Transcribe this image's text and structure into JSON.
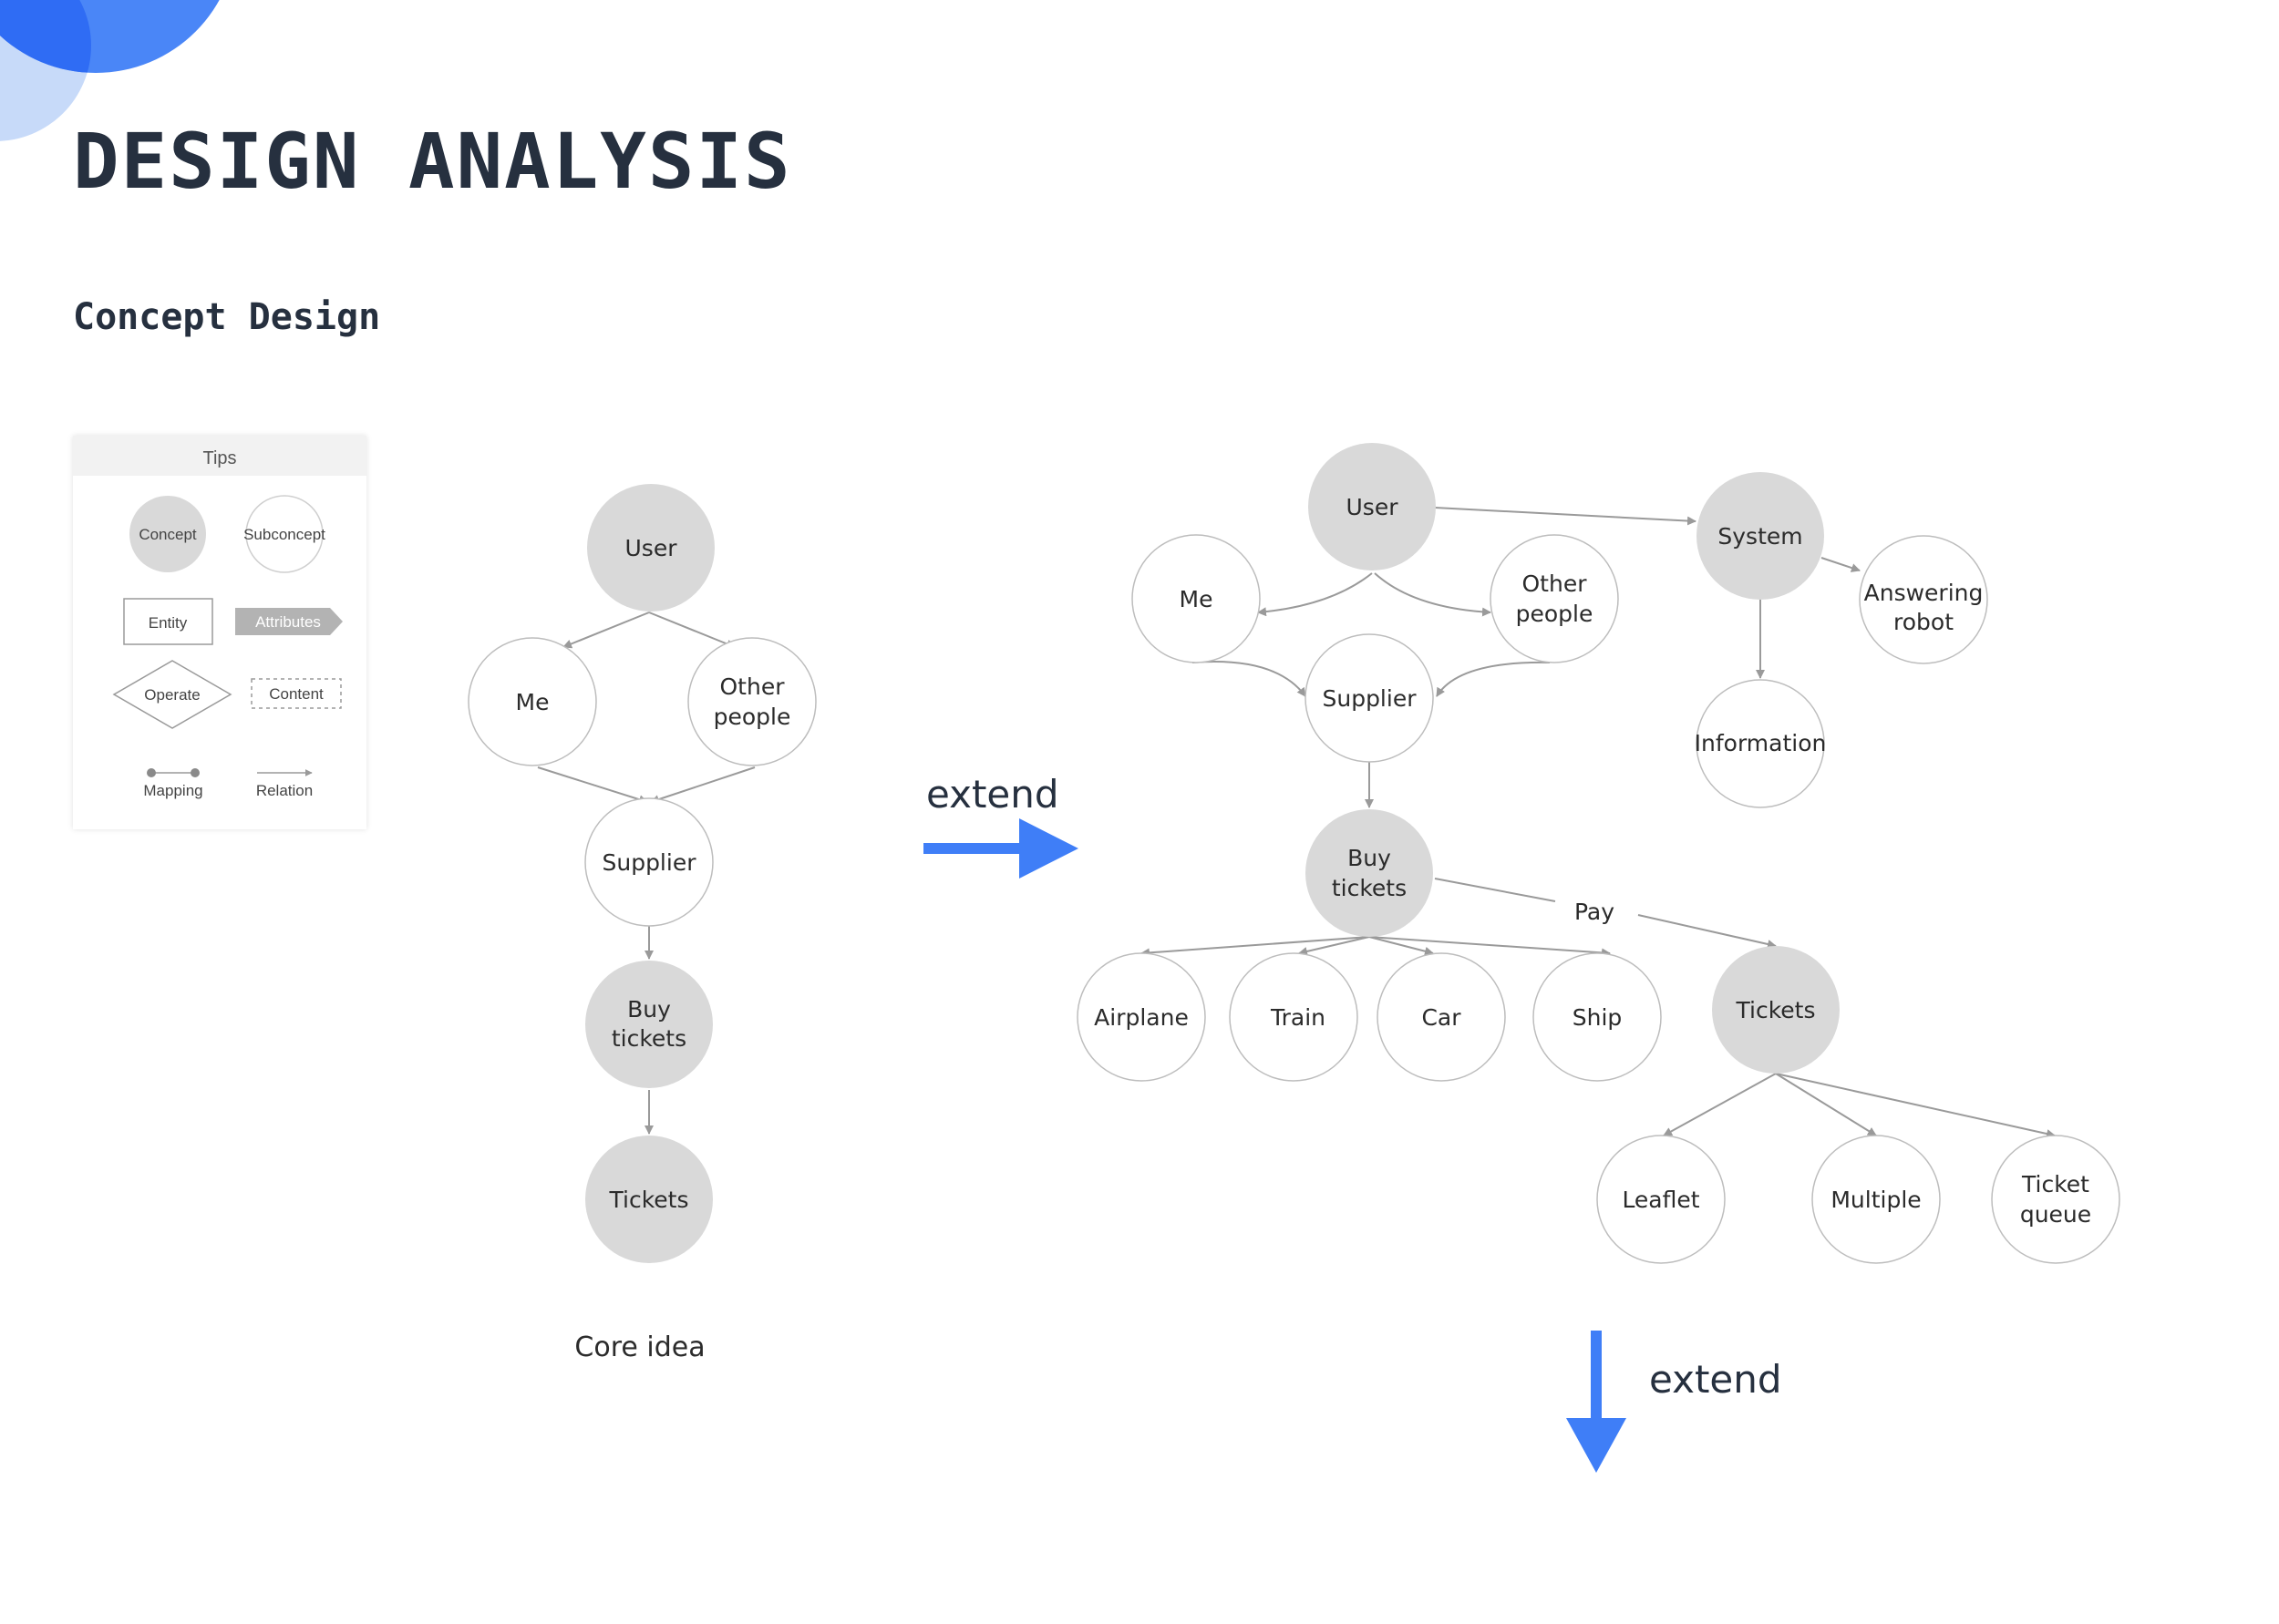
{
  "title": "DESIGN ANALYSIS",
  "subtitle": "Concept Design",
  "colors": {
    "accent": "#3f7ef7",
    "concept_fill": "#d9d9d9",
    "line": "#9a9a9a",
    "text": "#26303f"
  },
  "tips": {
    "header": "Tips",
    "concept": "Concept",
    "subconcept": "Subconcept",
    "entity": "Entity",
    "attributes": "Attributes",
    "operate": "Operate",
    "content": "Content",
    "mapping": "Mapping",
    "relation": "Relation"
  },
  "core": {
    "caption": "Core idea",
    "user": "User",
    "me": "Me",
    "other_1": "Other",
    "other_2": "people",
    "supplier": "Supplier",
    "buy_1": "Buy",
    "buy_2": "tickets",
    "tickets": "Tickets"
  },
  "extend_right": "extend",
  "extend_down": "extend",
  "extended": {
    "user": "User",
    "me": "Me",
    "other_1": "Other",
    "other_2": "people",
    "supplier": "Supplier",
    "system": "System",
    "robot_1": "Answering",
    "robot_2": "robot",
    "information": "Information",
    "buy_1": "Buy",
    "buy_2": "tickets",
    "pay": "Pay",
    "airplane": "Airplane",
    "train": "Train",
    "car": "Car",
    "ship": "Ship",
    "tickets": "Tickets",
    "leaflet": "Leaflet",
    "multiple": "Multiple",
    "queue_1": "Ticket",
    "queue_2": "queue"
  }
}
